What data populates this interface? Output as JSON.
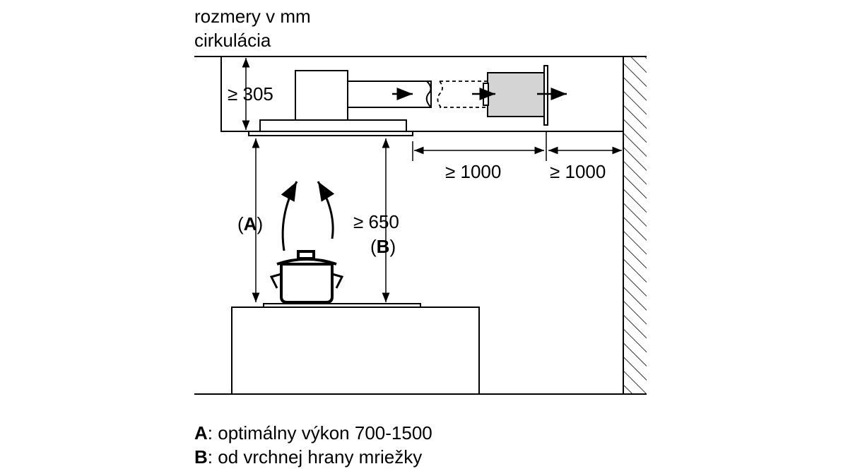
{
  "header": {
    "line1": "rozmery v mm",
    "line2": "cirkulácia"
  },
  "dimensions": {
    "ceiling_depth": "≥ 305",
    "side_distance_1": "≥ 1000",
    "side_distance_2": "≥ 1000",
    "hob_distance_value": "≥ 650",
    "label_a_open": "(",
    "label_a_letter": "A",
    "label_a_close": ")",
    "label_b_open": "(",
    "label_b_letter": "B",
    "label_b_close": ")"
  },
  "legend": {
    "a_letter": "A",
    "a_text": ": optimálny výkon 700-1500",
    "b_letter": "B",
    "b_text": ": od vrchnej hrany mriežky"
  },
  "colors": {
    "line": "#000000",
    "module_fill": "#d4d4d4",
    "background": "#ffffff"
  }
}
